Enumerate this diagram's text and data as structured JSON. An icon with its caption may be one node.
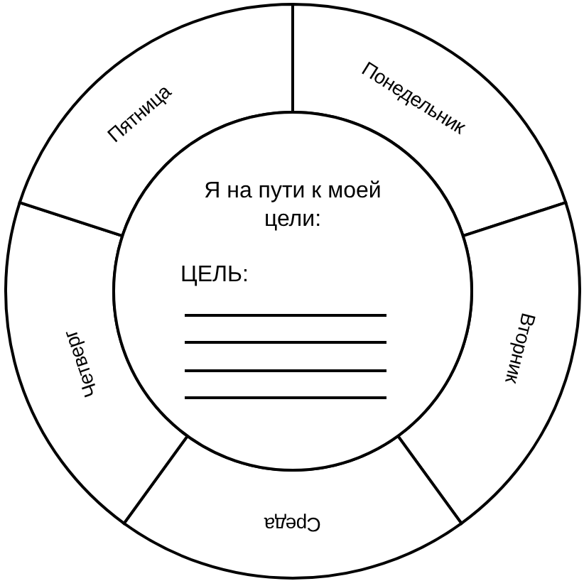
{
  "diagram": {
    "nodes": [
      {
        "text": [
          "Я на пути к моей цели:",
          "ЦЕЛЬ:"
        ]
      },
      {
        "text": [
          "Понедельник"
        ]
      },
      {
        "text": [
          "Вторник"
        ]
      },
      {
        "text": [
          "Среда"
        ]
      },
      {
        "text": [
          "Четверг"
        ]
      },
      {
        "text": [
          "Пятница"
        ]
      }
    ]
  }
}
